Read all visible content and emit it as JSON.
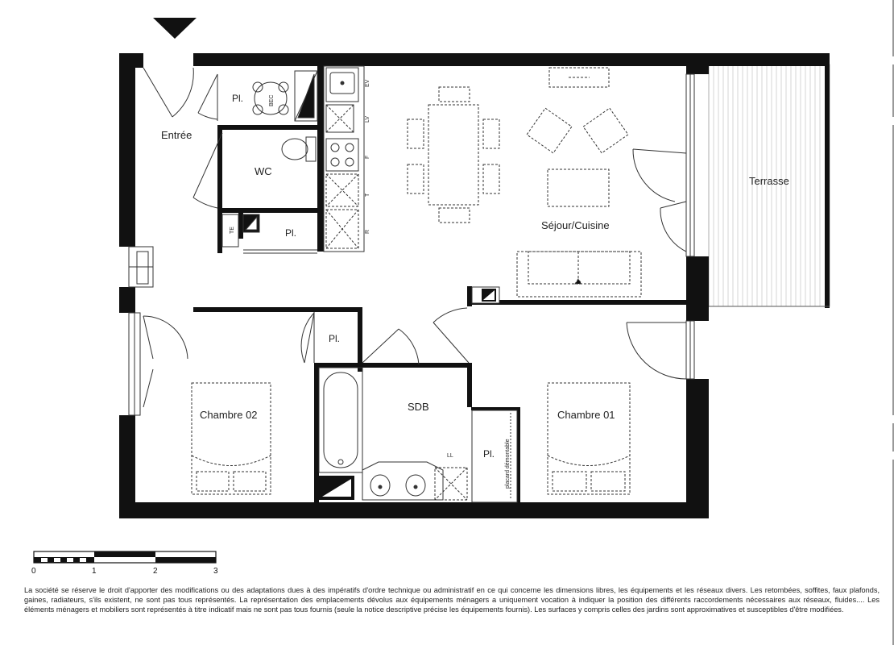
{
  "rooms": {
    "entree": "Entrée",
    "wc": "WC",
    "pl_entree": "Pl.",
    "pl_wc": "Pl.",
    "te": "TE",
    "sejour": "Séjour/Cuisine",
    "terrasse": "Terrasse",
    "chambre02": "Chambre 02",
    "pl_ch02": "Pl.",
    "sdb": "SDB",
    "chambre01": "Chambre 01",
    "pl_ch01": "Pl.",
    "placard": "placard démontable",
    "ll": "LL",
    "bec": "BEC"
  },
  "kitchen_letters": [
    "EV",
    "LV",
    "F",
    "T",
    "R"
  ],
  "scale": {
    "labels": [
      "0",
      "1",
      "2",
      "3"
    ]
  },
  "disclaimer": "La société se réserve le droit d'apporter des modifications ou des adaptations dues à des impératifs d'ordre technique ou administratif en ce qui concerne les dimensions libres, les équipements et les réseaux divers. Les retombées, soffites, faux plafonds, gaines, radiateurs, s'ils existent, ne sont pas tous représentés. La représentation des emplacements dévolus aux équipements ménagers a uniquement vocation à indiquer la position des différents raccordements nécessaires aux réseaux, fluides.... Les éléments ménagers et mobiliers sont représentés à titre indicatif mais ne sont pas tous fournis (seule la notice descriptive précise les équipements fournis). Les surfaces y compris celles des jardins sont approximatives et susceptibles d'être modifiées."
}
